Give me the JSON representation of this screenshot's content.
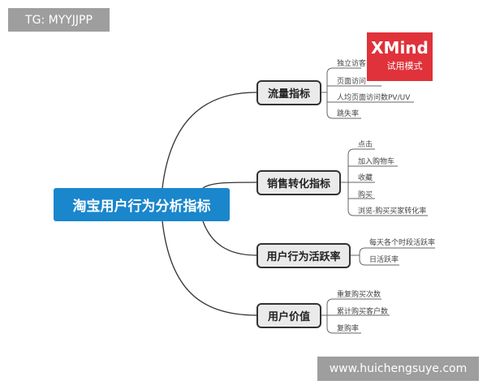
{
  "watermark_top": "TG: MYYJJPP",
  "watermark_bottom": "www.huichengsuye.com",
  "xmind_badge": {
    "title": "XMind",
    "subtitle": "试用模式",
    "color": "#e0323a"
  },
  "central": {
    "label": "淘宝用户行为分析指标",
    "color": "#1a86cc"
  },
  "branches": [
    {
      "label": "流量指标",
      "leaves": [
        "独立访客",
        "页面访问",
        "人均页面访问数PV/UV",
        "跳失率"
      ]
    },
    {
      "label": "销售转化指标",
      "leaves": [
        "点击",
        "加入购物车",
        "收藏",
        "购买",
        "浏览-购买买家转化率"
      ]
    },
    {
      "label": "用户行为活跃率",
      "leaves": [
        "每天各个时段活跃率",
        "日活跃率"
      ]
    },
    {
      "label": "用户价值",
      "leaves": [
        "重复购买次数",
        "累计购买客户数",
        "复购率"
      ]
    }
  ]
}
